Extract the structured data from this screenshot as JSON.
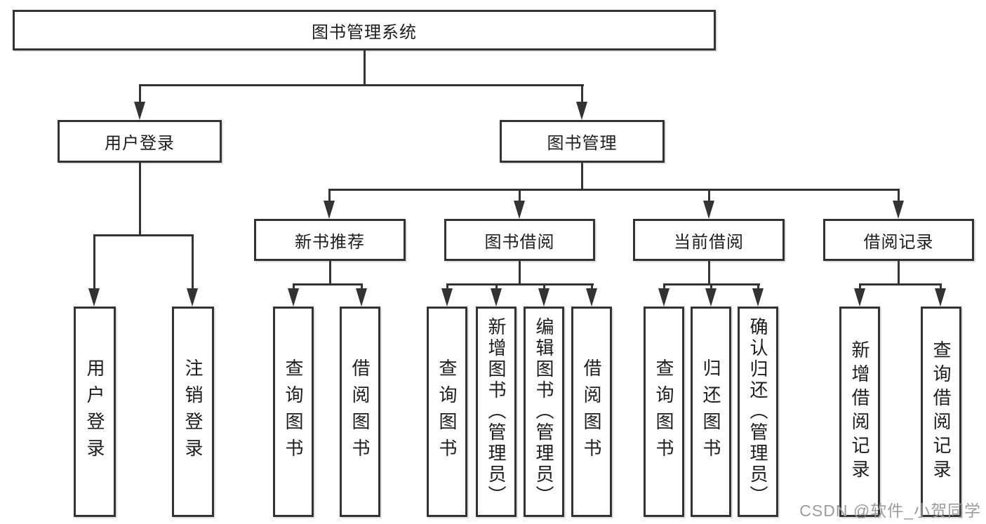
{
  "diagram": {
    "title": "图书管理系统",
    "root": {
      "label": "图书管理系统"
    },
    "level2": [
      {
        "label": "用户登录"
      },
      {
        "label": "图书管理"
      }
    ],
    "level3": [
      {
        "label": "新书推荐"
      },
      {
        "label": "图书借阅"
      },
      {
        "label": "当前借阅"
      },
      {
        "label": "借阅记录"
      }
    ],
    "leaves": {
      "user_login": [
        "用户登录",
        "注销登录"
      ],
      "new_recommend": [
        "查询图书",
        "借阅图书"
      ],
      "book_borrow": [
        "查询图书",
        "新增图书（管理员）",
        "编辑图书（管理员）",
        "借阅图书"
      ],
      "current_borrow": [
        "查询图书",
        "归还图书",
        "确认归还（管理员）"
      ],
      "borrow_records": [
        "新增借阅记录",
        "查询借阅记录"
      ]
    }
  },
  "watermark": "CSDN @软件_小贺同学",
  "colors": {
    "line": "#333333",
    "background": "#ffffff",
    "text": "#1d1d1d",
    "watermark": "#9c9c9c"
  }
}
